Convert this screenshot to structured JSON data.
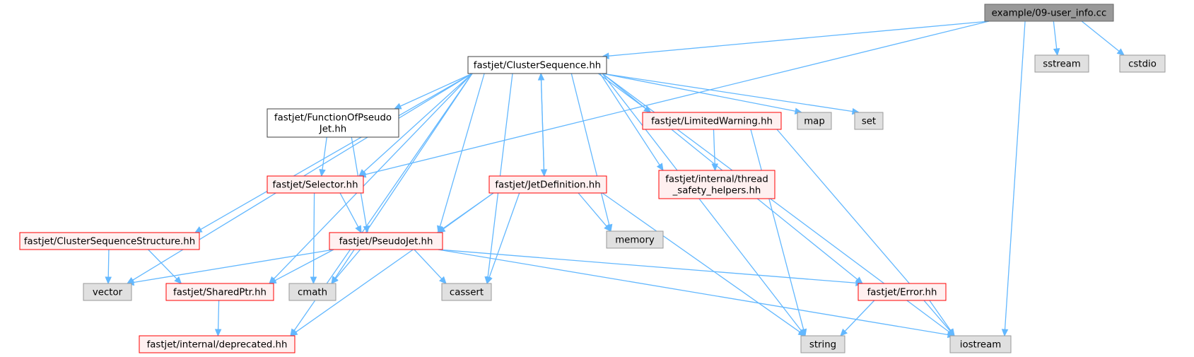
{
  "nodes": [
    {
      "id": "root",
      "lines": [
        "example/09-user_info.cc"
      ],
      "style": "root"
    },
    {
      "id": "cs",
      "lines": [
        "fastjet/ClusterSequence.hh"
      ],
      "style": "plain"
    },
    {
      "id": "sstream",
      "lines": [
        "sstream"
      ],
      "style": "system"
    },
    {
      "id": "cstdio",
      "lines": [
        "cstdio"
      ],
      "style": "system"
    },
    {
      "id": "fopj",
      "lines": [
        "fastjet/FunctionOfPseudo",
        "Jet.hh"
      ],
      "style": "plain"
    },
    {
      "id": "lw",
      "lines": [
        "fastjet/LimitedWarning.hh"
      ],
      "style": "red"
    },
    {
      "id": "map",
      "lines": [
        "map"
      ],
      "style": "system"
    },
    {
      "id": "set",
      "lines": [
        "set"
      ],
      "style": "system"
    },
    {
      "id": "sel",
      "lines": [
        "fastjet/Selector.hh"
      ],
      "style": "red"
    },
    {
      "id": "jd",
      "lines": [
        "fastjet/JetDefinition.hh"
      ],
      "style": "red"
    },
    {
      "id": "tsh",
      "lines": [
        "fastjet/internal/thread",
        "_safety_helpers.hh"
      ],
      "style": "red"
    },
    {
      "id": "css",
      "lines": [
        "fastjet/ClusterSequenceStructure.hh"
      ],
      "style": "red"
    },
    {
      "id": "pj",
      "lines": [
        "fastjet/PseudoJet.hh"
      ],
      "style": "red"
    },
    {
      "id": "memory",
      "lines": [
        "memory"
      ],
      "style": "system"
    },
    {
      "id": "vector",
      "lines": [
        "vector"
      ],
      "style": "system"
    },
    {
      "id": "sp",
      "lines": [
        "fastjet/SharedPtr.hh"
      ],
      "style": "red"
    },
    {
      "id": "cmath",
      "lines": [
        "cmath"
      ],
      "style": "system"
    },
    {
      "id": "cassert",
      "lines": [
        "cassert"
      ],
      "style": "system"
    },
    {
      "id": "err",
      "lines": [
        "fastjet/Error.hh"
      ],
      "style": "red"
    },
    {
      "id": "dep",
      "lines": [
        "fastjet/internal/deprecated.hh"
      ],
      "style": "red"
    },
    {
      "id": "string",
      "lines": [
        "string"
      ],
      "style": "system"
    },
    {
      "id": "iostream",
      "lines": [
        "iostream"
      ],
      "style": "system"
    }
  ],
  "edges": [
    [
      "root",
      "cs"
    ],
    [
      "root",
      "sstream"
    ],
    [
      "root",
      "cstdio"
    ],
    [
      "root",
      "iostream"
    ],
    [
      "root",
      "sel"
    ],
    [
      "cs",
      "fopj"
    ],
    [
      "cs",
      "lw"
    ],
    [
      "cs",
      "map"
    ],
    [
      "cs",
      "set"
    ],
    [
      "cs",
      "tsh"
    ],
    [
      "cs",
      "sel"
    ],
    [
      "cs",
      "jd"
    ],
    [
      "cs",
      "css"
    ],
    [
      "cs",
      "pj"
    ],
    [
      "cs",
      "memory"
    ],
    [
      "cs",
      "vector"
    ],
    [
      "cs",
      "sp"
    ],
    [
      "cs",
      "cmath"
    ],
    [
      "cs",
      "cassert"
    ],
    [
      "cs",
      "err"
    ],
    [
      "cs",
      "dep"
    ],
    [
      "cs",
      "string"
    ],
    [
      "cs",
      "iostream"
    ],
    [
      "fopj",
      "sel"
    ],
    [
      "fopj",
      "pj"
    ],
    [
      "lw",
      "tsh"
    ],
    [
      "lw",
      "string"
    ],
    [
      "lw",
      "iostream"
    ],
    [
      "sel",
      "pj"
    ],
    [
      "sel",
      "cmath"
    ],
    [
      "jd",
      "cs"
    ],
    [
      "jd",
      "pj"
    ],
    [
      "jd",
      "memory"
    ],
    [
      "jd",
      "cassert"
    ],
    [
      "jd",
      "dep"
    ],
    [
      "jd",
      "string"
    ],
    [
      "css",
      "vector"
    ],
    [
      "css",
      "sp"
    ],
    [
      "pj",
      "vector"
    ],
    [
      "pj",
      "sp"
    ],
    [
      "pj",
      "cmath"
    ],
    [
      "pj",
      "cassert"
    ],
    [
      "pj",
      "err"
    ],
    [
      "pj",
      "iostream"
    ],
    [
      "sp",
      "dep"
    ],
    [
      "err",
      "string"
    ],
    [
      "err",
      "iostream"
    ]
  ],
  "colors": {
    "edge": "#63b8ff",
    "root_fill": "#999999",
    "root_border": "#666666",
    "plain_border": "#404040",
    "red_border": "#ff0000",
    "red_fill": "#fff0f0",
    "system_fill": "#e0e0e0",
    "system_border": "#999999"
  }
}
